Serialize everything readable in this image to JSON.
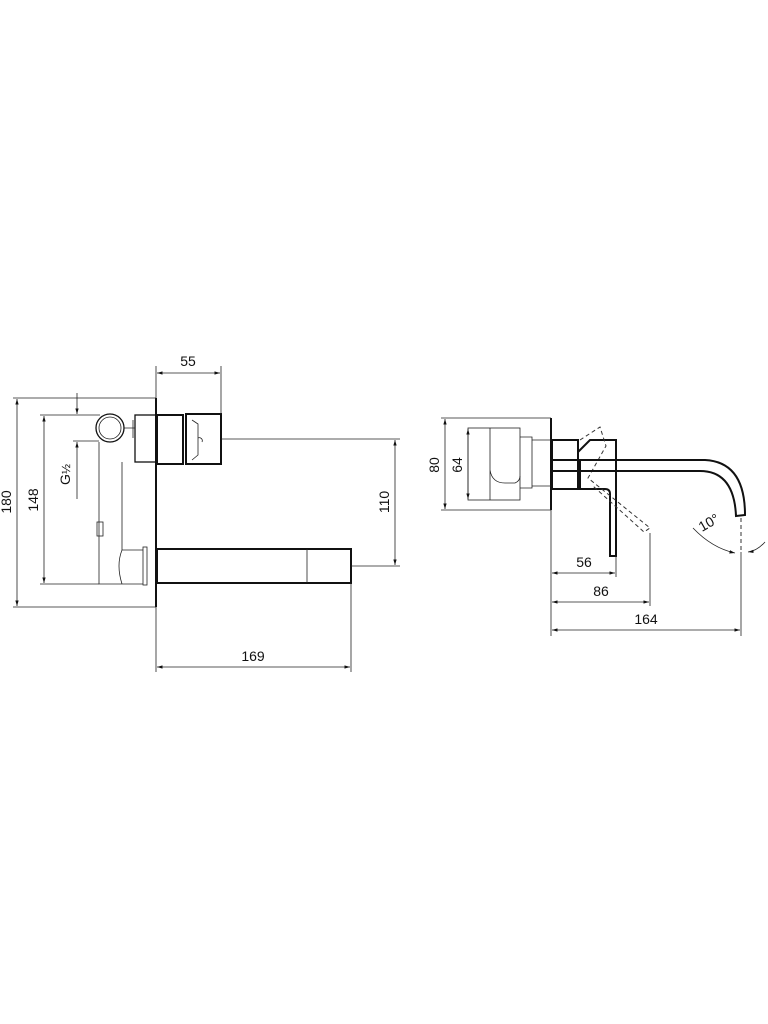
{
  "side_view": {
    "dimensions": {
      "handle_depth": "55",
      "plate_height": "180",
      "body_height": "148",
      "thread": "G",
      "thread_fraction": "½",
      "spout_to_handle": "110",
      "spout_length": "169"
    }
  },
  "front_view": {
    "dimensions": {
      "plate_width": "80",
      "box_width": "64",
      "lever_reach": "56",
      "lever_open_reach": "86",
      "spout_reach": "164",
      "spout_angle": "10°"
    }
  },
  "colors": {
    "line": "#111111",
    "background": "#ffffff"
  }
}
